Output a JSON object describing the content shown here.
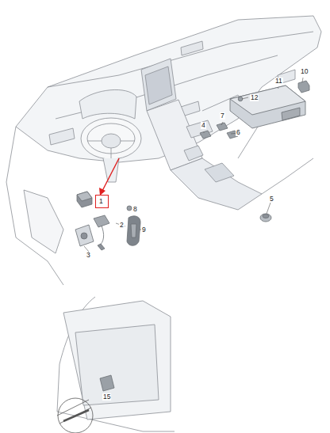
{
  "diagram": {
    "nodes": [
      {
        "text": [
          "1"
        ]
      }
    ],
    "labels": [
      "2",
      "3",
      "4",
      "5",
      "6",
      "7",
      "8",
      "9",
      "10",
      "11",
      "12",
      "15"
    ]
  }
}
